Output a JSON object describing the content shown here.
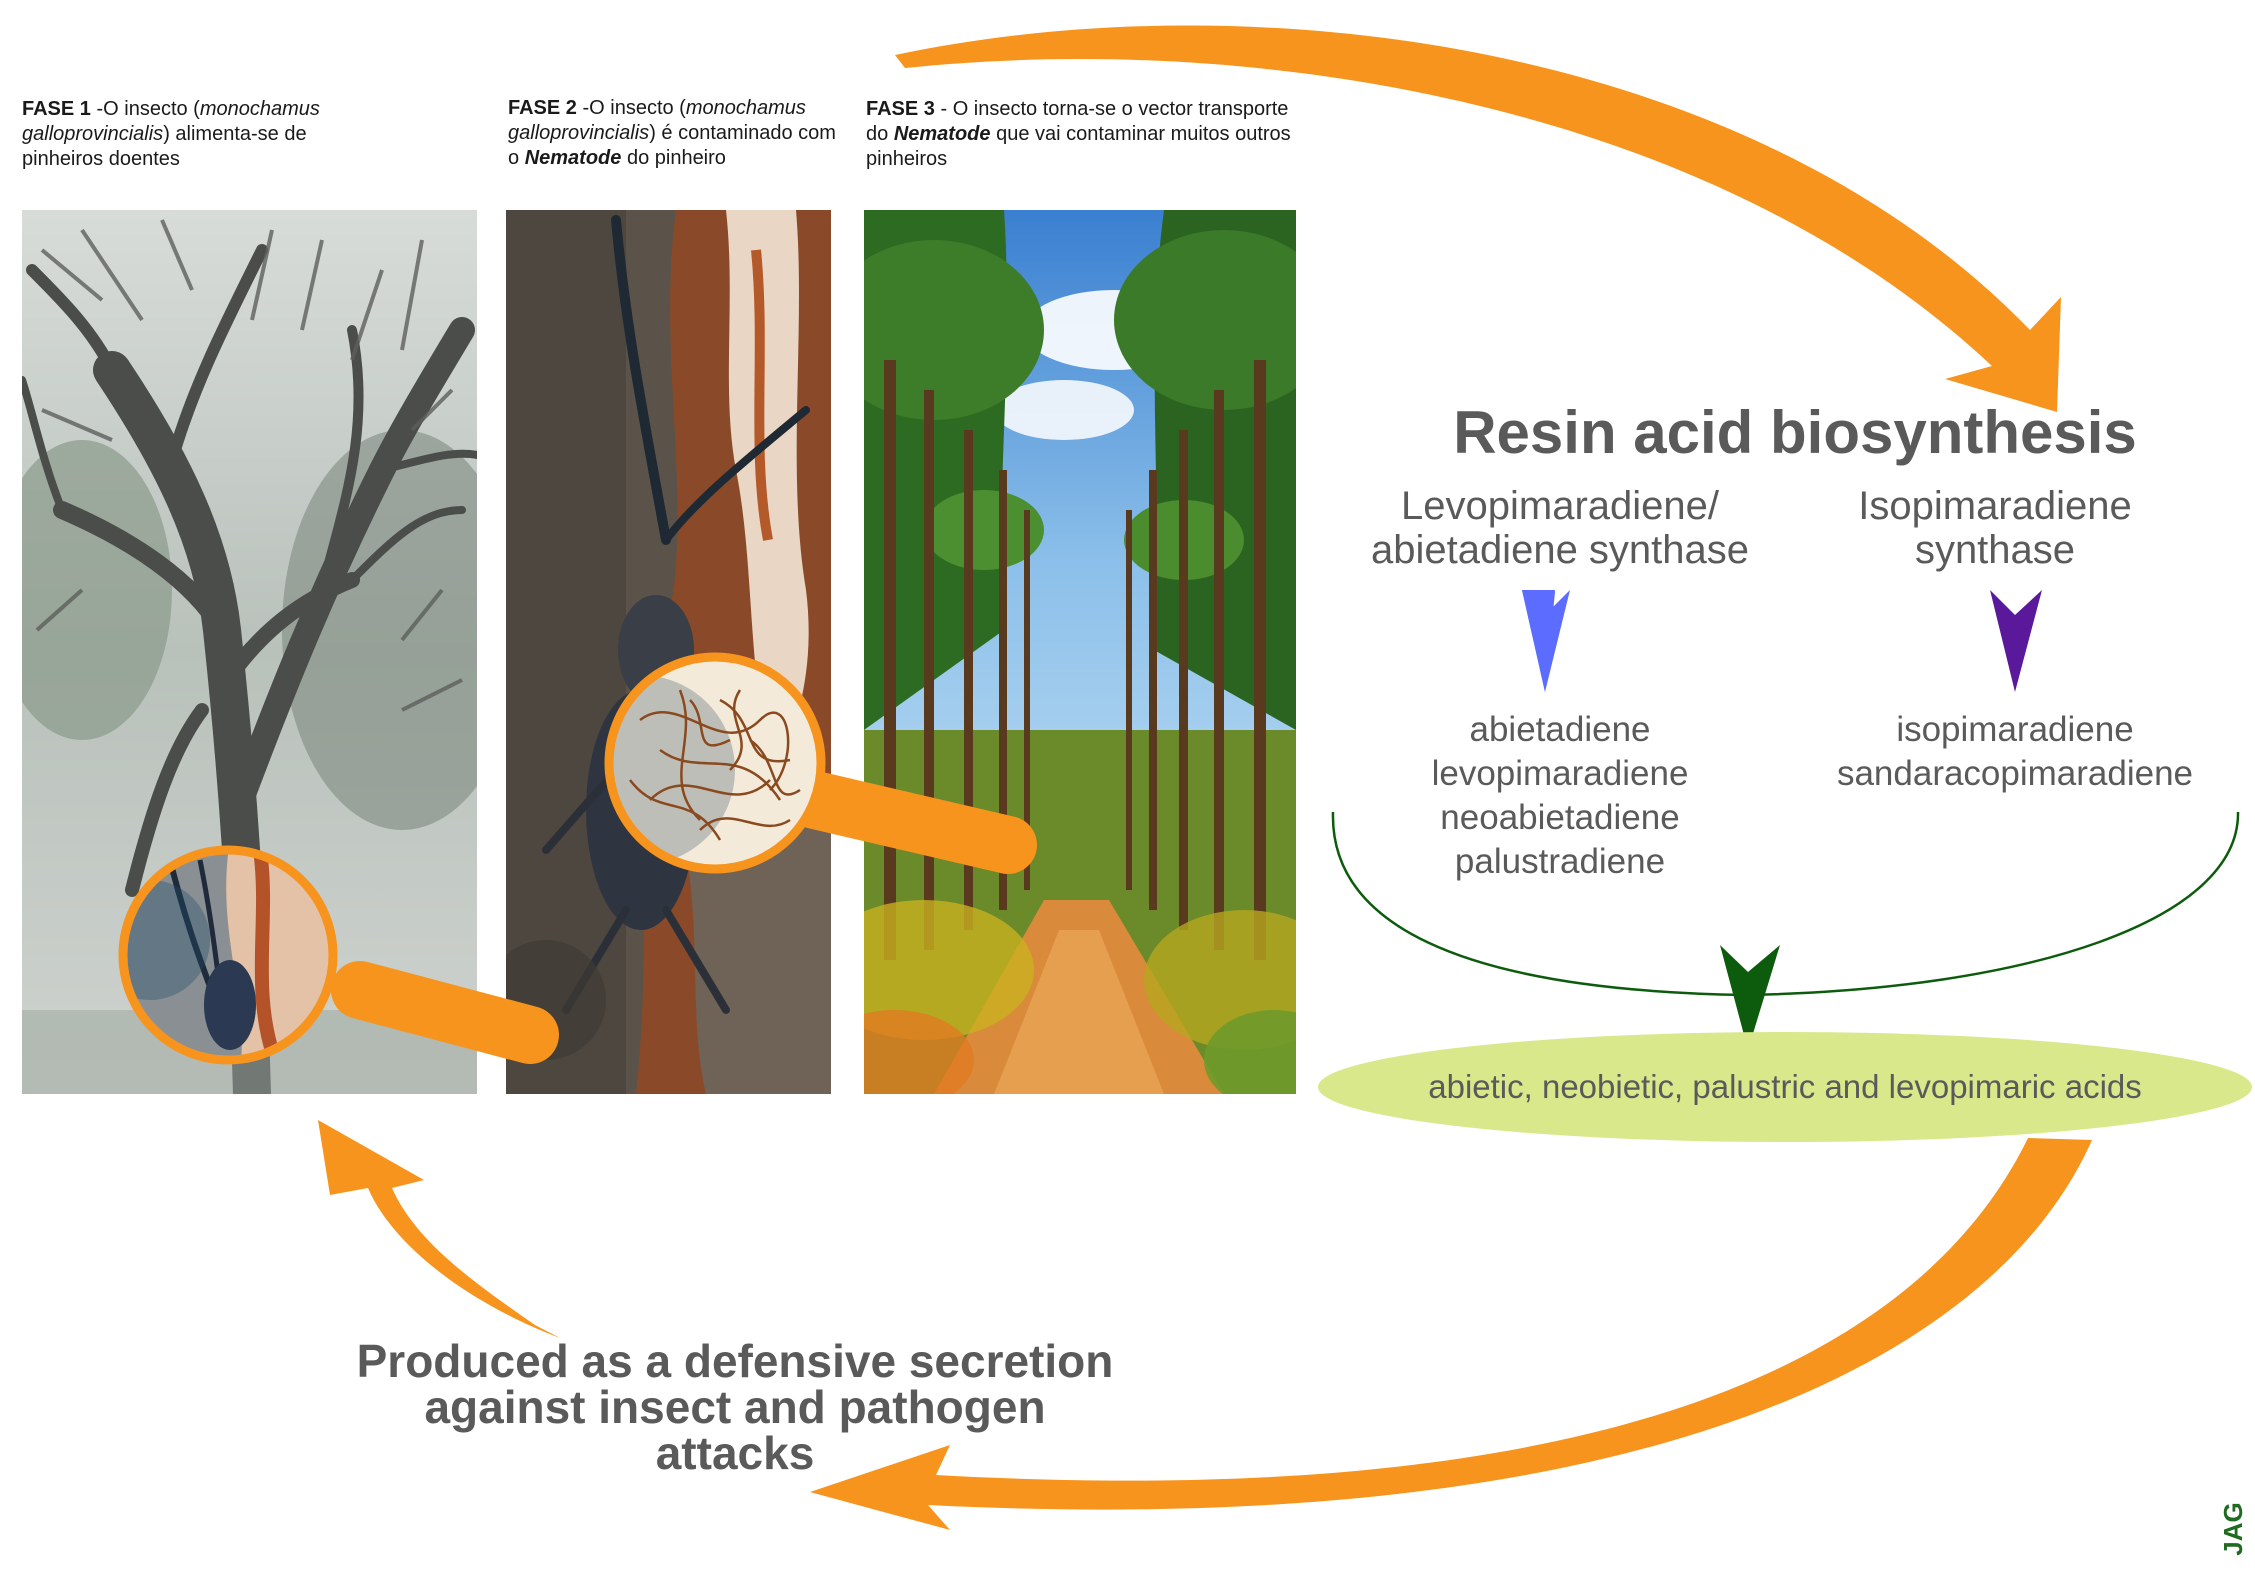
{
  "phases": [
    {
      "label": "FASE 1",
      "text_a": " -O insecto (",
      "species": "monochamus galloprovincialis",
      "text_b": ") alimenta-se de pinheiros doentes"
    },
    {
      "label": "FASE 2",
      "text_a": "  -O insecto (",
      "species": "monochamus galloprovincialis",
      "text_b": ") é contaminado com o ",
      "nematode": "Nematode",
      "text_c": " do pinheiro"
    },
    {
      "label": "FASE 3",
      "text_a": "  - O insecto  torna-se o vector transporte do ",
      "nematode": "Nematode",
      "text_b": " que vai contaminar muitos outros pinheiros"
    }
  ],
  "biosynthesis": {
    "title": "Resin acid biosynthesis",
    "enzyme_left": [
      "Levopimaradiene/",
      "abietadiene synthase"
    ],
    "enzyme_right": [
      "Isopimaradiene",
      "synthase"
    ],
    "products_left": [
      "abietadiene",
      "levopimaradiene",
      "neoabietadiene",
      "palustradiene"
    ],
    "products_right": [
      "isopimaradiene",
      "sandaracopimaradiene"
    ],
    "acids": "abietic, neobietic, palustric and levopimaric acids"
  },
  "defense_text": [
    "Produced as a defensive secretion",
    "against insect and pathogen",
    "attacks"
  ],
  "signature": "JAG",
  "colors": {
    "cycle_arrow": "#f7941d",
    "arrow_left": "#5b6cff",
    "arrow_right": "#5a189a",
    "arrow_merge": "#0d5c0d",
    "acid_ellipse": "#d9e88a",
    "text_gray": "#5a5a5a"
  }
}
